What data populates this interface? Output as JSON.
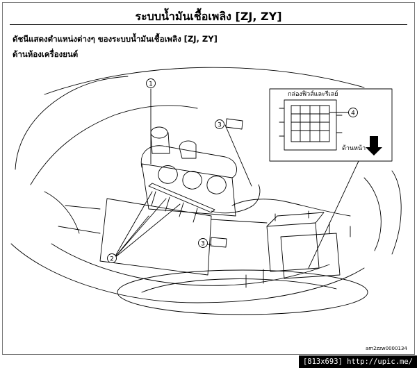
{
  "page_title": "ระบบน้ำมันเชื้อเพลิง [ZJ, ZY]",
  "subtitle": "ดัชนีแสดงตำแหน่งต่างๆ ของระบบน้ำมันเชื้อเพลิง [ZJ, ZY]",
  "section_label": "ด้านห้องเครื่องยนต์",
  "diagram": {
    "callouts": [
      "1",
      "2",
      "3",
      "3",
      "4"
    ],
    "inset_label": "กล่องฟิวส์และรีเลย์",
    "direction_label": "ด้านหน้า",
    "image_code": "am2zzw0000134"
  },
  "watermark": "[813x693] http://upic.me/"
}
